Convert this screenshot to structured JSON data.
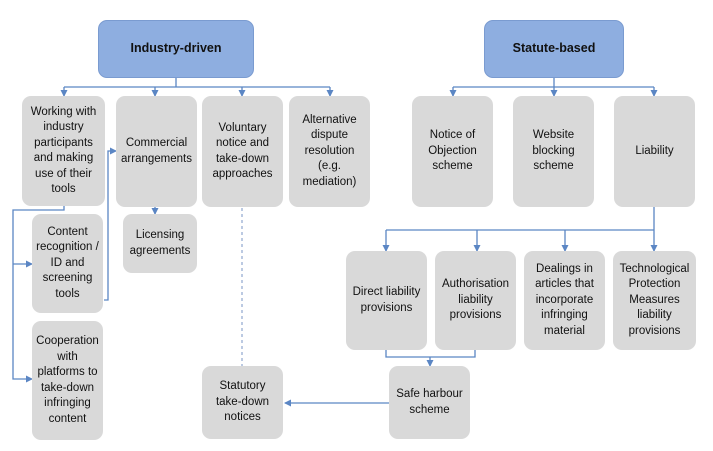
{
  "colors": {
    "header_fill": "#8eaee0",
    "box_fill": "#d9d9d9",
    "connector": "#5b86c4",
    "dashed": "#8fa7cf"
  },
  "headers": {
    "industry": "Industry-driven",
    "statute": "Statute-based"
  },
  "industry": {
    "working_with": "Working with industry participants and making use of their tools",
    "commercial": "Commercial arrangements",
    "voluntary": "Voluntary notice and take-down approaches",
    "adr": "Alternative dispute resolution (e.g. mediation)",
    "content_recognition": "Content recognition / ID and screening tools",
    "licensing": "Licensing agreements",
    "cooperation": "Cooperation with platforms to take-down infringing content",
    "statutory_takedown": "Statutory take-down notices"
  },
  "statute": {
    "notice_objection": "Notice of Objection scheme",
    "website_blocking": "Website blocking scheme",
    "liability": "Liability",
    "direct_liability": "Direct liability provisions",
    "authorisation": "Authorisation liability provisions",
    "dealings": "Dealings in articles that incorporate infringing material",
    "tpm": "Technological Protection Measures liability provisions",
    "safe_harbour": "Safe harbour scheme"
  }
}
